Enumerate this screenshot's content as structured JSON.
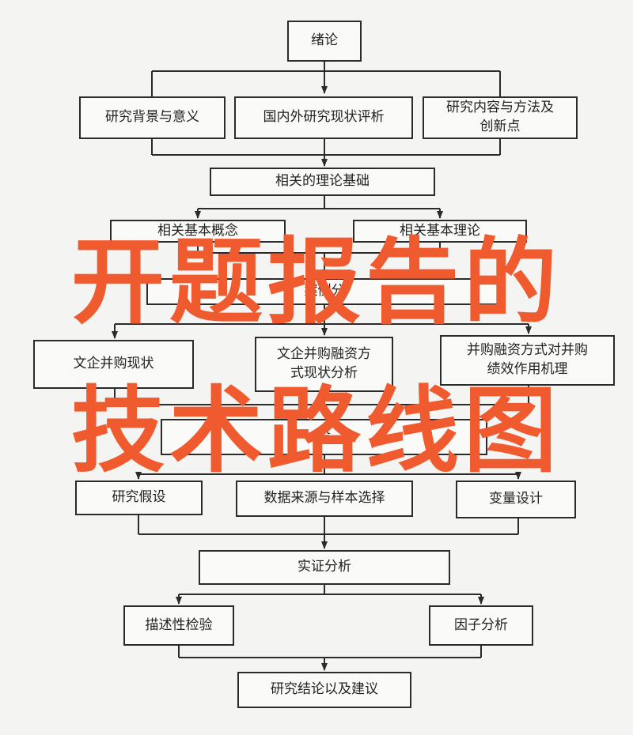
{
  "diagram": {
    "intro": "绪论",
    "background": "研究背景与意义",
    "status_review": "国内外研究现状评析",
    "content_method": "研究内容与方法及\n创新点",
    "theory_basis": "相关的理论基础",
    "basic_concepts": "相关基本概念",
    "basic_theories": "相关基本理论",
    "case_analysis": "案例分",
    "ma_status": "文企并购现状",
    "financing_status": "文企并购融资方\n式现状分析",
    "mechanism": "并购融资方式对并购\n绩效作用机理",
    "design": "设",
    "hypothesis": "研究假设",
    "data_sample": "数据来源与样本选择",
    "variables": "变量设计",
    "empirical": "实证分析",
    "descriptive": "描述性检验",
    "factor": "因子分析",
    "conclusion": "研究结论以及建议"
  },
  "overlay": {
    "line1": "开题报告的",
    "line2": "技术路线图"
  },
  "colors": {
    "line": "#2b2b2b",
    "overlay_text": "#f05a2f"
  }
}
